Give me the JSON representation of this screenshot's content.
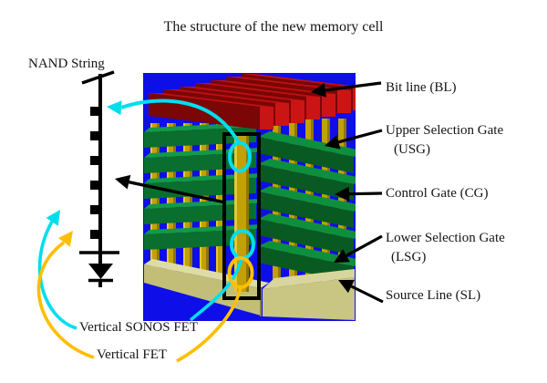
{
  "title": "The structure of the new memory cell",
  "labels": {
    "nand_string": "NAND String",
    "bit_line": "Bit line (BL)",
    "usg_1": "Upper Selection Gate",
    "usg_2": "(USG)",
    "control_gate": "Control Gate (CG)",
    "lsg_1": "Lower Selection Gate",
    "lsg_2": "(LSG)",
    "source_line": "Source Line (SL)",
    "vertical_sonos_fet": "Vertical SONOS FET",
    "vertical_fet": "Vertical FET"
  },
  "colors": {
    "panel_blue": "#0E0EE8",
    "bitline_red": "#C81414",
    "bitline_red_dark": "#7A0606",
    "gate_green_front": "#0A6E2E",
    "gate_green_top": "#12994A",
    "gate_green_right_front": "#085A22",
    "gate_green_right_top": "#0E8F3E",
    "pillar_gold": "#C2A006",
    "pillar_gold_dark": "#8F7604",
    "pillar_gold_light": "#E5C832",
    "base_tan_front": "#C2BE78",
    "base_tan_top": "#DEDCA6",
    "accent_cyan": "#00DEEE",
    "accent_yellow": "#FFBE00",
    "line_black": "#000000"
  }
}
